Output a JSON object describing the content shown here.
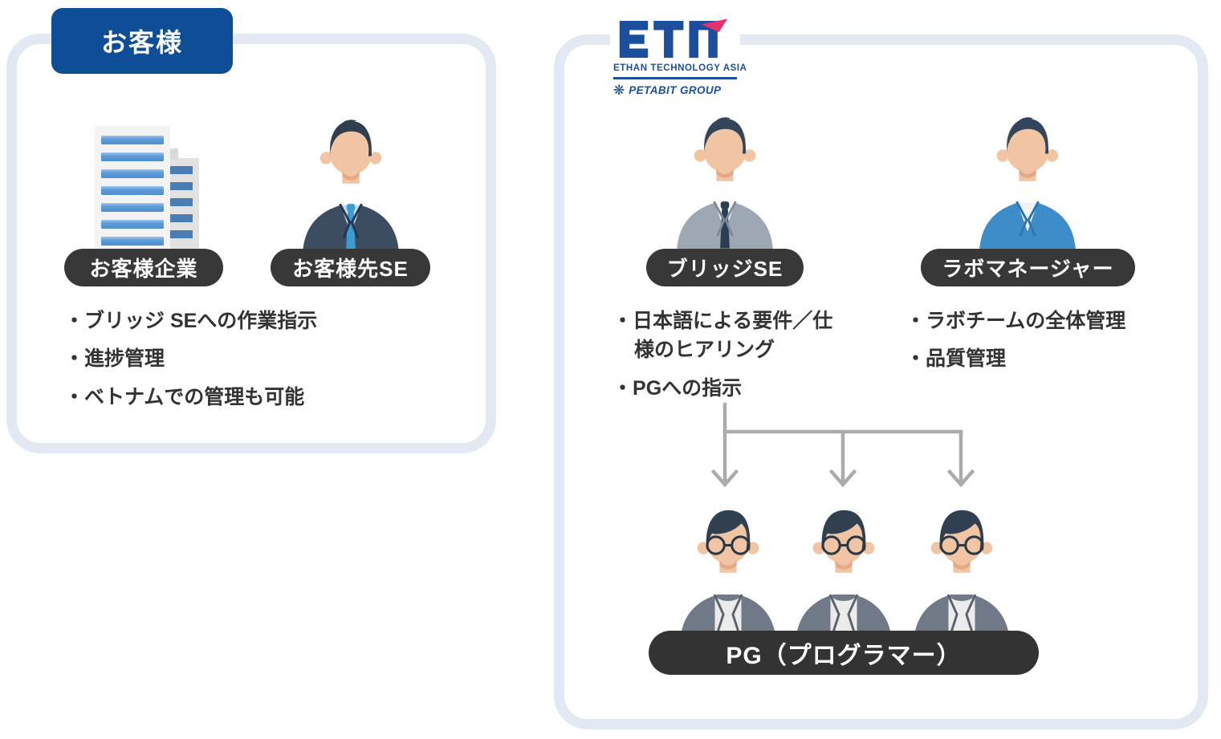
{
  "colors": {
    "panel_border": "#E3E9F3",
    "badge_blue": "#0D4E96",
    "pill_dark": "#383838",
    "arrow_gray": "#ABABAB",
    "logo_blue": "#1B4F9E",
    "logo_pink": "#E5316E",
    "text": "#333333"
  },
  "customer_panel": {
    "badge": "お客様",
    "company_pill": "お客様企業",
    "se_pill": "お客様先SE",
    "bullets": [
      "ブリッジ SEへの作業指示",
      "進捗管理",
      "ベトナムでの管理も可能"
    ]
  },
  "eta_panel": {
    "logo": {
      "acronym": "ETA",
      "company": "ETHAN TECHNOLOGY ASIA",
      "petabit_icon": "❋",
      "group": "PETABIT GROUP"
    },
    "bridge_se": {
      "pill": "ブリッジSE",
      "bullets": [
        "日本語による要件／仕様のヒアリング",
        "PGへの指示"
      ]
    },
    "lab_manager": {
      "pill": "ラボマネージャー",
      "bullets": [
        "ラボチームの全体管理",
        "品質管理"
      ]
    },
    "pg": {
      "pill": "PG（プログラマー）"
    }
  }
}
